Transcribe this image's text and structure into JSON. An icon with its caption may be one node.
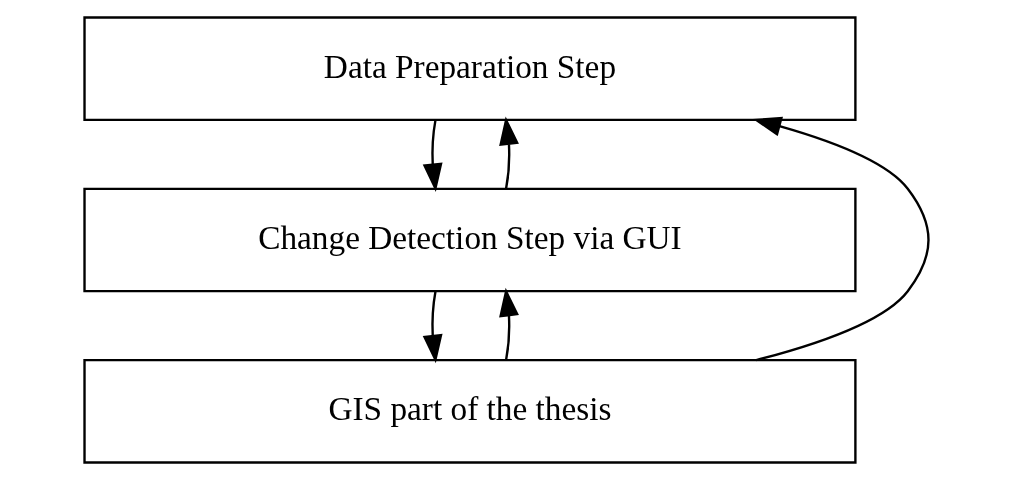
{
  "diagram": {
    "nodes": [
      {
        "text": [
          "Data Preparation Step"
        ]
      },
      {
        "text": [
          "Change Detection Step via GUI"
        ]
      },
      {
        "text": [
          "GIS part of the thesis"
        ]
      }
    ],
    "edges": [
      {
        "from": 0,
        "to": 1,
        "arrow": "to"
      },
      {
        "from": 1,
        "to": 2,
        "arrow": "to"
      },
      {
        "from": 1,
        "to": 0,
        "arrow": "to"
      },
      {
        "from": 2,
        "to": 1,
        "arrow": "to"
      },
      {
        "from": 2,
        "to": 0,
        "arrow": "to"
      }
    ]
  }
}
